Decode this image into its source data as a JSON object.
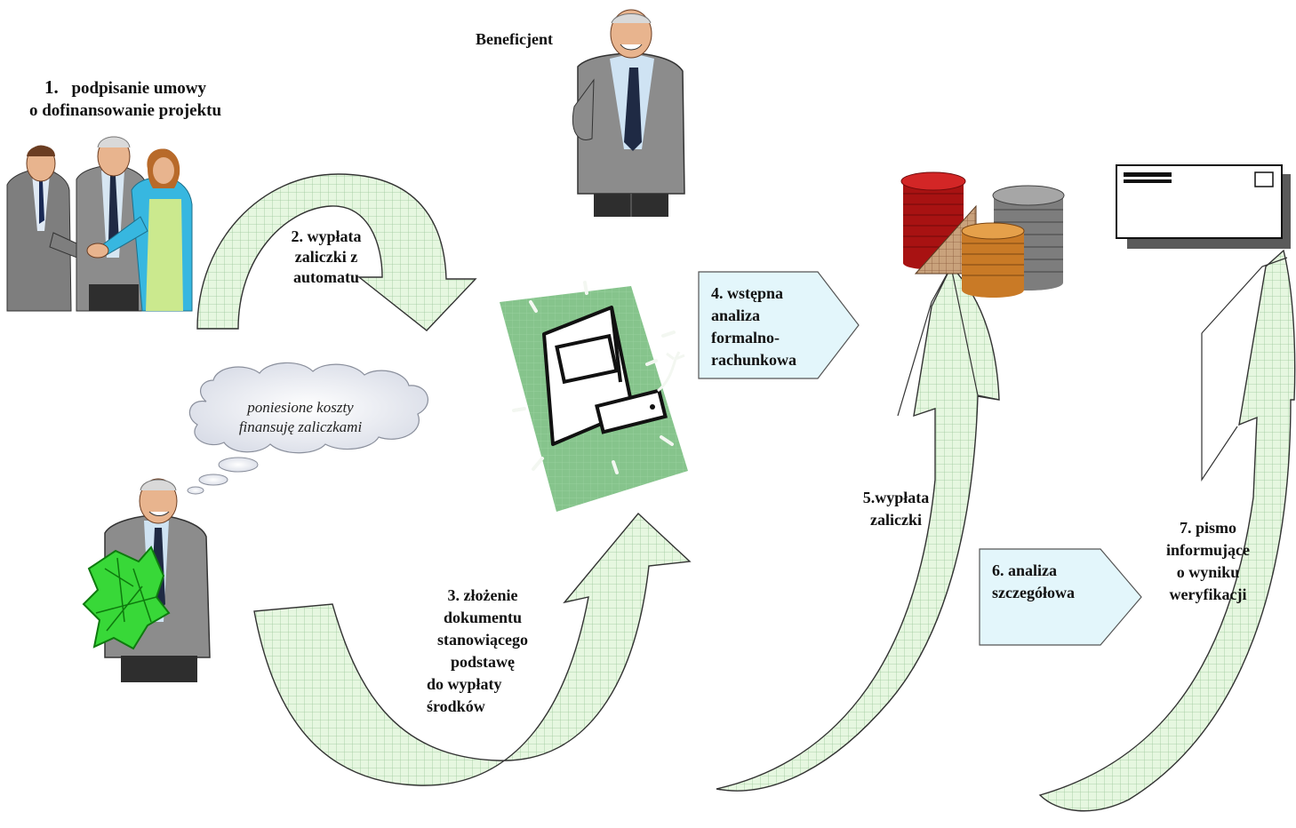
{
  "beneficiary_label": "Beneficjent",
  "steps": {
    "s1": {
      "number": "1.",
      "line1": "podpisanie umowy",
      "line2": "o dofinansowanie projektu"
    },
    "s2": {
      "line1": "2. wypłata",
      "line2": "zaliczki z",
      "line3": "automatu"
    },
    "s3": {
      "line1": "3. złożenie",
      "line2": "dokumentu",
      "line3": "stanowiącego",
      "line4": "podstawę",
      "line5": "do wypłaty",
      "line6": "środków"
    },
    "s4": {
      "line1": "4. wstępna",
      "line2": "analiza",
      "line3": "formalno-",
      "line4": "rachunkowa"
    },
    "s5": {
      "line1": "5.wypłata",
      "line2": "zaliczki"
    },
    "s6": {
      "line1": "6. analiza",
      "line2": "szczegółowa"
    },
    "s7": {
      "line1": "7. pismo",
      "line2": "informujące",
      "line3": "o wyniku",
      "line4": "weryfikacji"
    }
  },
  "thought": {
    "line1": "poniesione koszty",
    "line2": "finansuję zaliczkami"
  },
  "colors": {
    "arrow_fill": "#e6f7e0",
    "arrow_grid": "#9cc79a",
    "callout_fill": "#e3f6fb",
    "document_bg": "#86c48c",
    "suit_gray": "#8c8c8c",
    "coins_red": "#c41a1a",
    "coins_orange": "#d98a2b",
    "coins_gray": "#7a7a7a",
    "money_green": "#38d838"
  }
}
